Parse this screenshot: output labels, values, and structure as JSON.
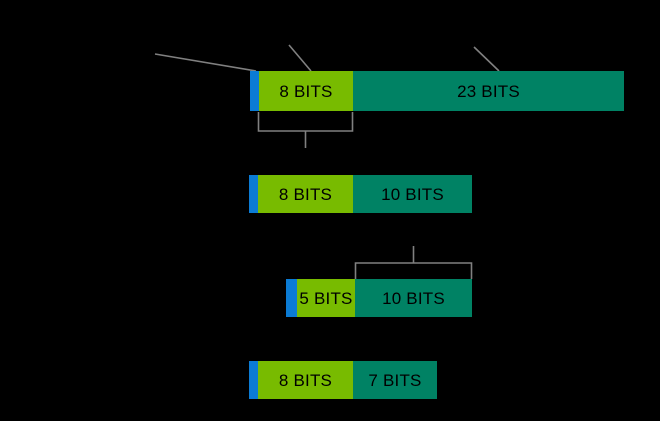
{
  "diagram": {
    "background_color": "#000000",
    "palette": {
      "blue": "#0b7bd4",
      "green": "#78bb00",
      "teal": "#008264",
      "brace": "#808080",
      "leader": "#808080",
      "label_text": "#000000"
    },
    "rows": [
      {
        "id": "row-1",
        "segments": [
          {
            "id": "row1-seg-blue",
            "label": "",
            "color": "blue"
          },
          {
            "id": "row1-seg-green",
            "label": "8 BITS",
            "color": "green"
          },
          {
            "id": "row1-seg-teal",
            "label": "23 BITS",
            "color": "teal"
          }
        ]
      },
      {
        "id": "row-2",
        "segments": [
          {
            "id": "row2-seg-blue",
            "label": "",
            "color": "blue"
          },
          {
            "id": "row2-seg-green",
            "label": "8 BITS",
            "color": "green"
          },
          {
            "id": "row2-seg-teal",
            "label": "10 BITS",
            "color": "teal"
          }
        ]
      },
      {
        "id": "row-3",
        "segments": [
          {
            "id": "row3-seg-blue",
            "label": "",
            "color": "blue"
          },
          {
            "id": "row3-seg-green",
            "label": "5 BITS",
            "color": "green"
          },
          {
            "id": "row3-seg-teal",
            "label": "10 BITS",
            "color": "teal"
          }
        ]
      },
      {
        "id": "row-4",
        "segments": [
          {
            "id": "row4-seg-blue",
            "label": "",
            "color": "blue"
          },
          {
            "id": "row4-seg-green",
            "label": "8 BITS",
            "color": "green"
          },
          {
            "id": "row4-seg-teal",
            "label": "7 BITS",
            "color": "teal"
          }
        ]
      }
    ],
    "braces": [
      {
        "id": "brace-below-row1",
        "direction": "down"
      },
      {
        "id": "brace-above-row3",
        "direction": "up"
      }
    ],
    "leader_lines": [
      {
        "id": "leader-to-row1-blue-segment"
      },
      {
        "id": "leader-to-row1-green-segment"
      },
      {
        "id": "leader-to-row1-teal-segment"
      }
    ]
  }
}
